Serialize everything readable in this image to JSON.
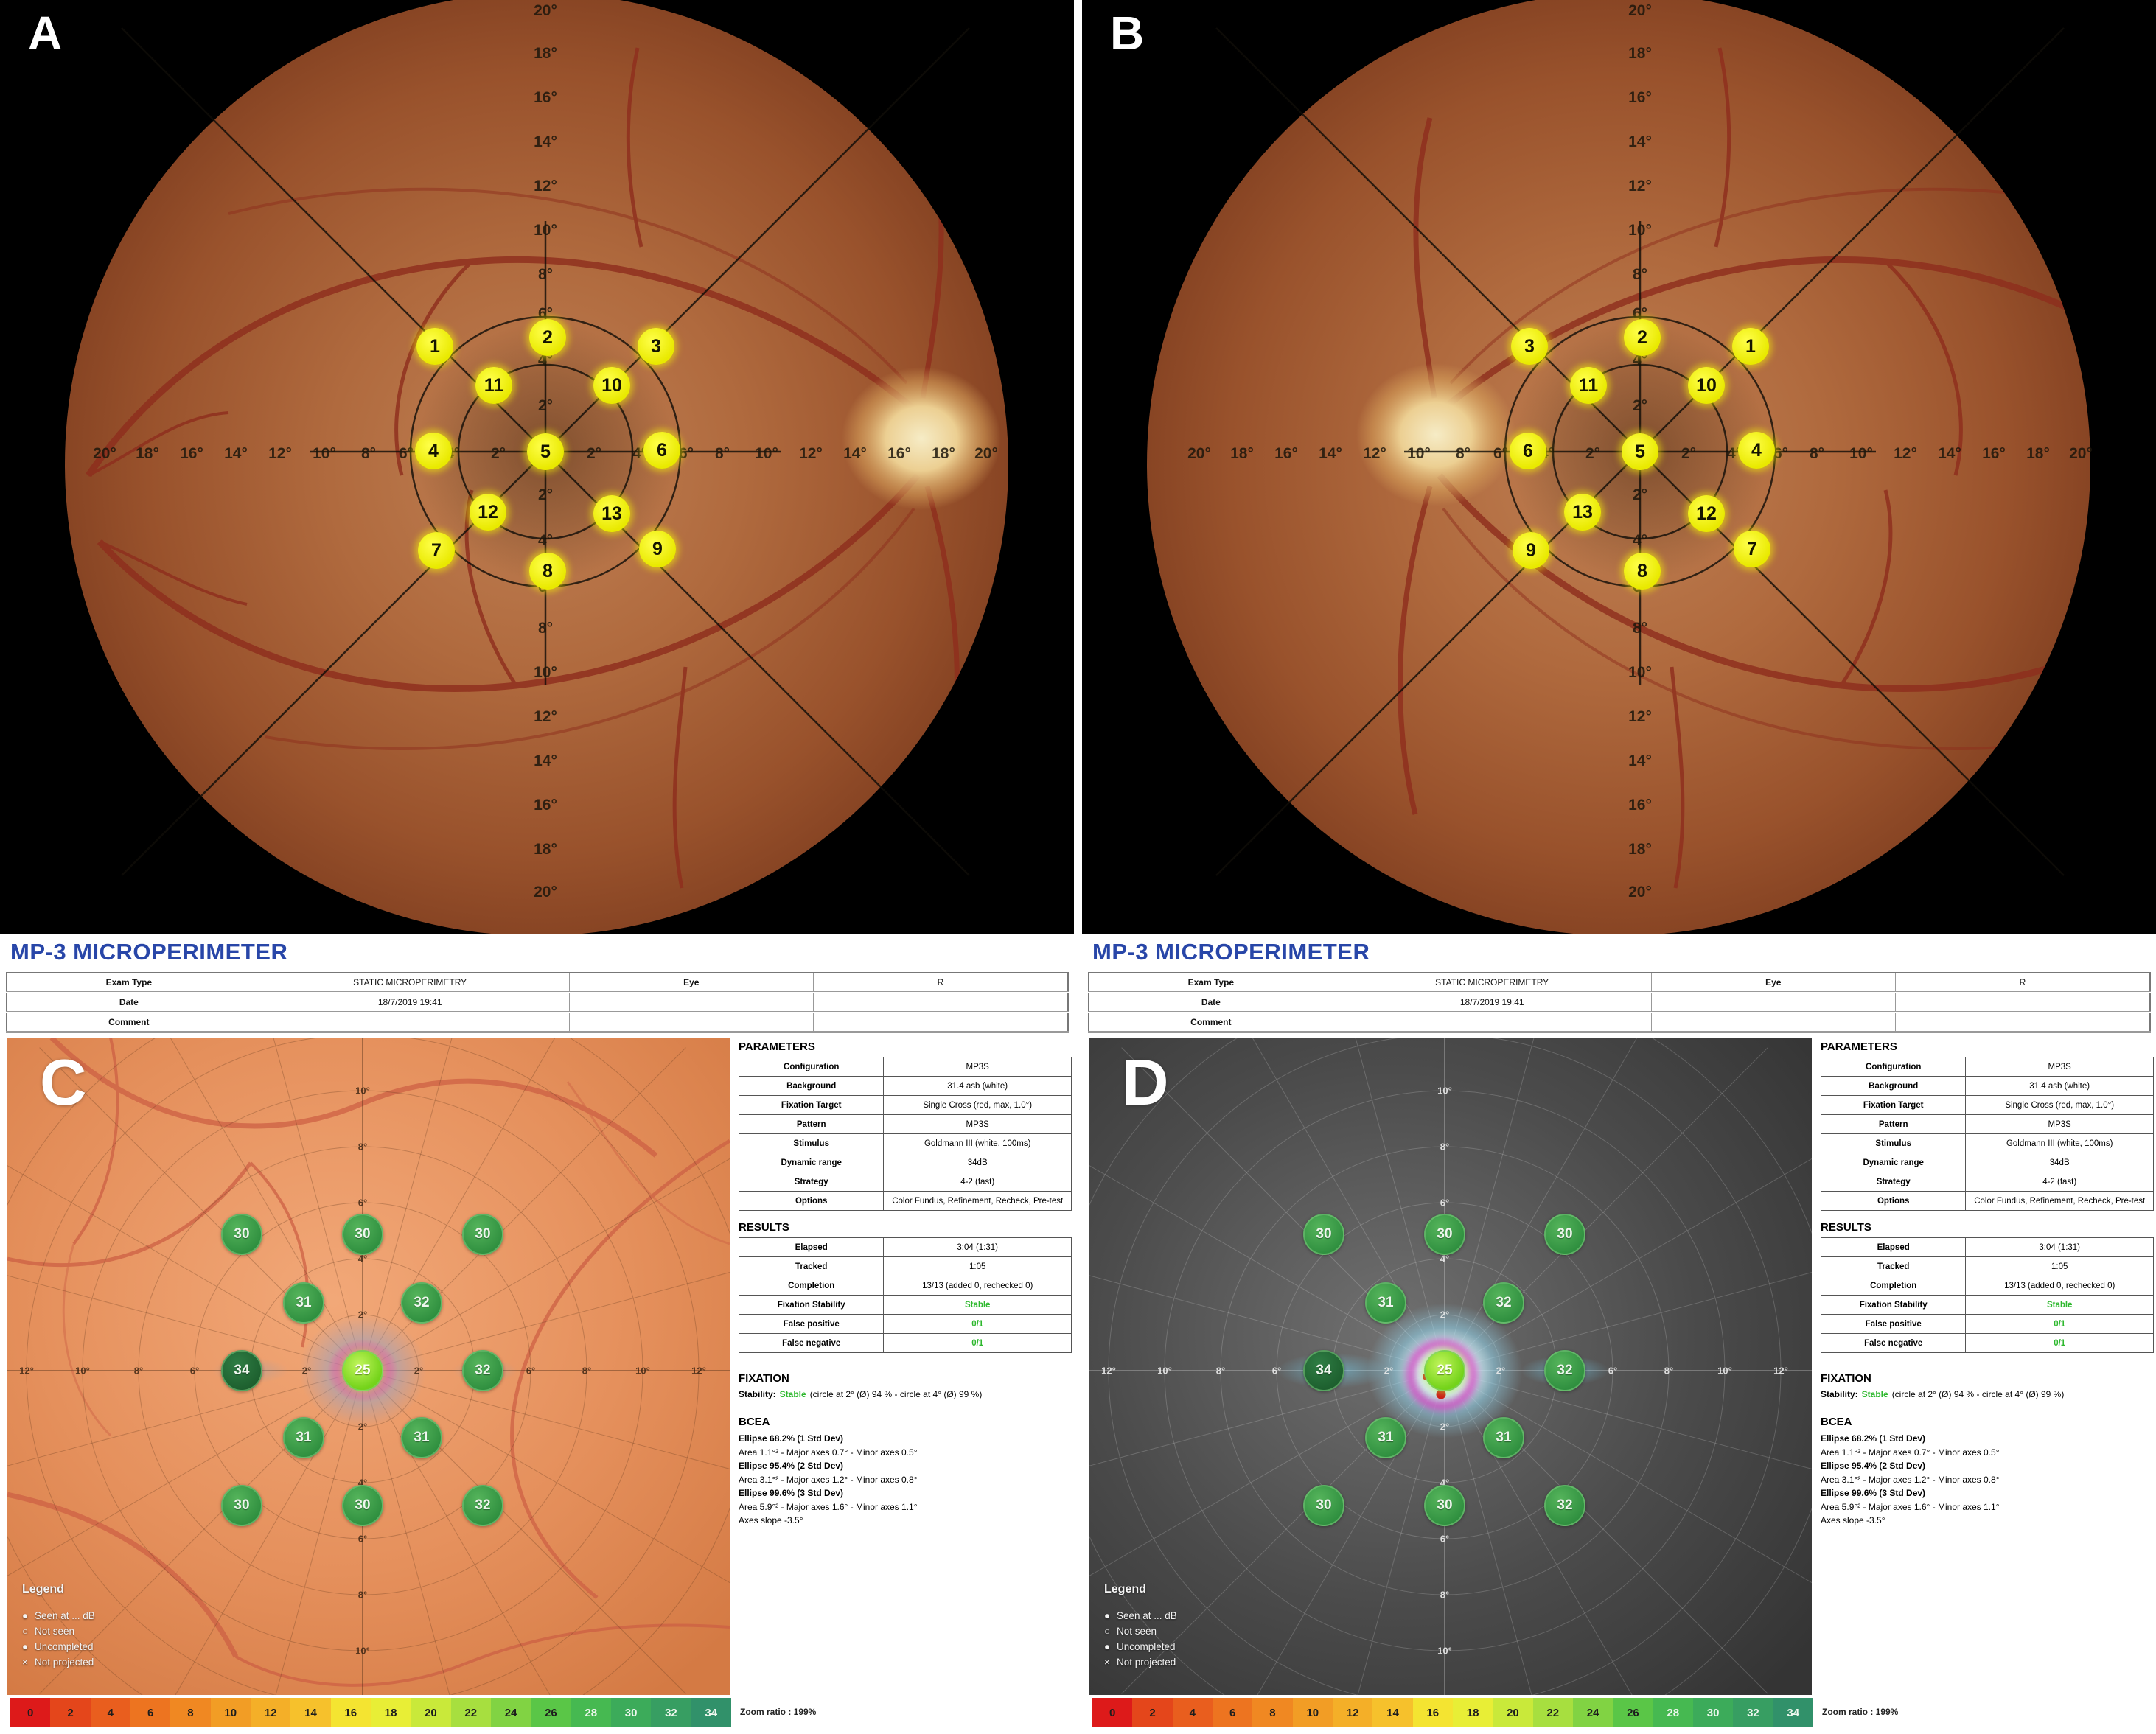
{
  "panels": {
    "a": "A",
    "b": "B",
    "c": "C",
    "d": "D"
  },
  "report": {
    "title": "MP-3 MICROPERIMETER",
    "table": {
      "exam_type_label": "Exam Type",
      "exam_type_value": "STATIC MICROPERIMETRY",
      "eye_label": "Eye",
      "eye_value": "R",
      "date_label": "Date",
      "date_value": "18/7/2019 19:41",
      "comment_label": "Comment",
      "comment_value": ""
    },
    "parameters": {
      "title": "PARAMETERS",
      "rows": [
        [
          "Configuration",
          "MP3S"
        ],
        [
          "Background",
          "31.4 asb (white)"
        ],
        [
          "Fixation Target",
          "Single Cross (red, max, 1.0°)"
        ],
        [
          "Pattern",
          "MP3S"
        ],
        [
          "Stimulus",
          "Goldmann III (white, 100ms)"
        ],
        [
          "Dynamic range",
          "34dB"
        ],
        [
          "Strategy",
          "4-2 (fast)"
        ],
        [
          "Options",
          "Color Fundus, Refinement, Recheck, Pre-test"
        ]
      ]
    },
    "results": {
      "title": "RESULTS",
      "rows": [
        [
          "Elapsed",
          "3:04 (1:31)"
        ],
        [
          "Tracked",
          "1:05"
        ],
        [
          "Completion",
          "13/13 (added 0, rechecked 0)"
        ],
        [
          "Fixation Stability",
          "Stable"
        ],
        [
          "False positive",
          "0/1"
        ],
        [
          "False negative",
          "0/1"
        ]
      ]
    },
    "fixation": {
      "title": "FIXATION",
      "stability_label": "Stability:",
      "stability_value": "Stable",
      "stability_rest": "(circle at 2° (Ø) 94 % - circle at 4° (Ø) 99 %)"
    },
    "bcea": {
      "title": "BCEA",
      "lines": [
        {
          "bold": true,
          "text": "Ellipse 68.2% (1 Std Dev)"
        },
        {
          "bold": false,
          "text": "Area 1.1°² - Major axes 0.7° - Minor axes 0.5°"
        },
        {
          "bold": true,
          "text": "Ellipse 95.4% (2 Std Dev)"
        },
        {
          "bold": false,
          "text": "Area 3.1°² - Major axes 1.2° - Minor axes 0.8°"
        },
        {
          "bold": true,
          "text": "Ellipse 99.6% (3 Std Dev)"
        },
        {
          "bold": false,
          "text": "Area 5.9°² - Major axes 1.6° - Minor axes 1.1°"
        },
        {
          "bold": false,
          "text": "Axes slope -3.5°"
        }
      ]
    },
    "legend": {
      "title": "Legend",
      "items": [
        {
          "marker": "●",
          "label": "Seen at ... dB"
        },
        {
          "marker": "○",
          "label": "Not seen"
        },
        {
          "marker": "●",
          "label": "Uncompleted"
        },
        {
          "marker": "×",
          "label": "Not projected"
        }
      ]
    },
    "zoom_ratio": "Zoom ratio : 199%",
    "color_scale": {
      "values": [
        "0",
        "2",
        "4",
        "6",
        "8",
        "10",
        "12",
        "14",
        "16",
        "18",
        "20",
        "22",
        "24",
        "26",
        "28",
        "30",
        "32",
        "34"
      ],
      "colors": [
        "#dd1a1a",
        "#e4461b",
        "#e95e1e",
        "#ed7420",
        "#f08822",
        "#f29d25",
        "#f4af28",
        "#f6c12c",
        "#f4e431",
        "#e8ee36",
        "#c9e93a",
        "#a7df3f",
        "#81d343",
        "#5ac647",
        "#46b951",
        "#3cab5a",
        "#379e62",
        "#31916a"
      ]
    }
  },
  "stimulus_grid": {
    "a_points": [
      "1",
      "2",
      "3",
      "11",
      "10",
      "4",
      "5",
      "6",
      "12",
      "13",
      "7",
      "8",
      "9"
    ],
    "b_points": [
      "3",
      "2",
      "1",
      "11",
      "10",
      "6",
      "5",
      "4",
      "13",
      "12",
      "9",
      "8",
      "7"
    ],
    "inner_degrees": [
      "2°",
      "4°",
      "6°"
    ],
    "outer_degrees": [
      "8°",
      "10°",
      "12°",
      "14°",
      "16°",
      "18°",
      "20°"
    ]
  },
  "threshold_grid": {
    "values": [
      "30",
      "30",
      "30",
      "31",
      "32",
      "34",
      "25",
      "32",
      "31",
      "31",
      "30",
      "30",
      "32"
    ],
    "axis_degrees": [
      "2°",
      "4°",
      "6°",
      "8°",
      "10°",
      "12°"
    ]
  }
}
